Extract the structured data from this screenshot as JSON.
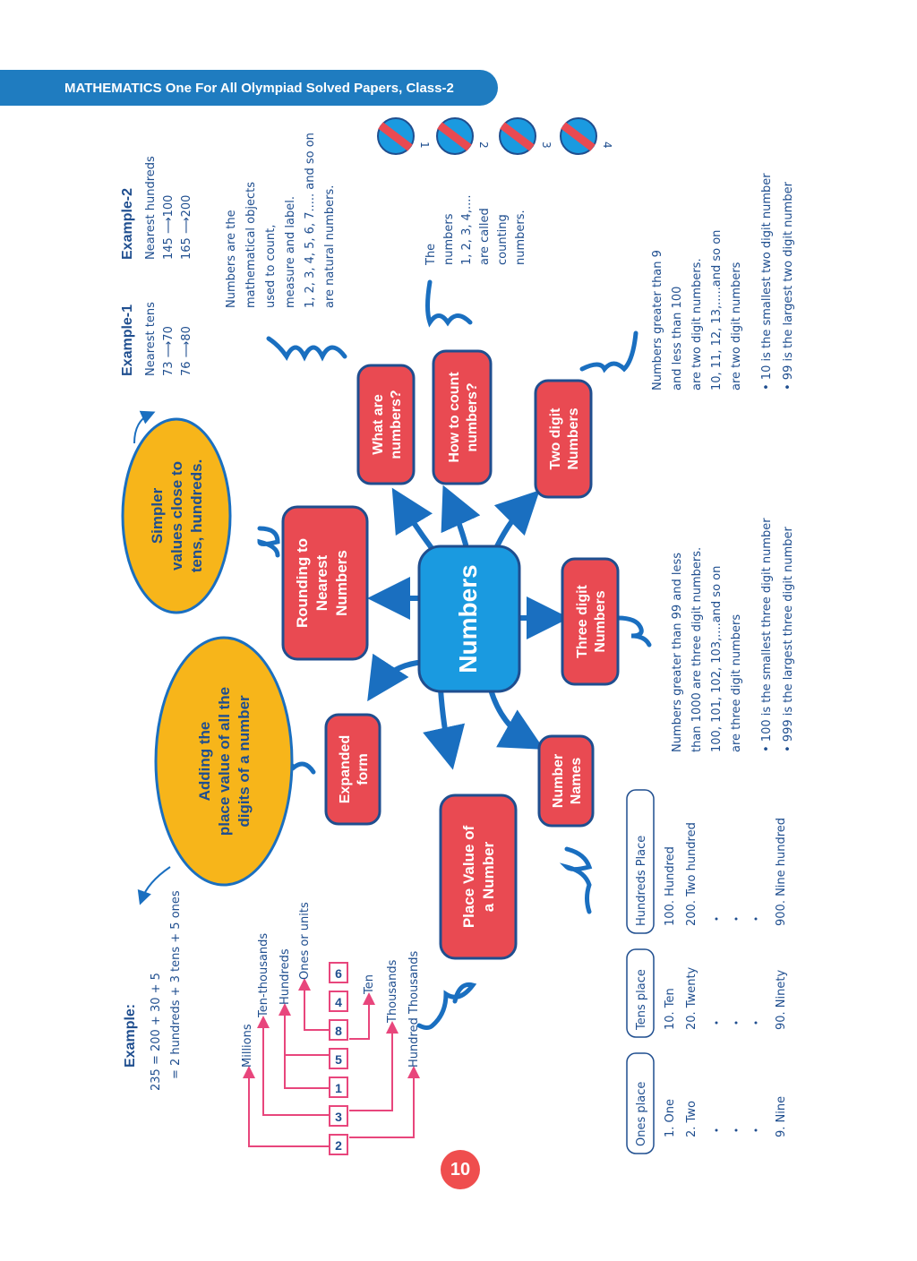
{
  "header": {
    "title": "MATHEMATICS One For All Olympiad Solved Papers, Class-2"
  },
  "page_number": "10",
  "balls": [
    "1",
    "2",
    "3",
    "4"
  ],
  "center": {
    "label": "Numbers"
  },
  "nodes": {
    "rounding": [
      "Rounding to",
      "Nearest",
      "Numbers"
    ],
    "what_are": [
      "What are",
      "numbers?"
    ],
    "how_to_count": [
      "How to count",
      "numbers?"
    ],
    "two_digit": [
      "Two digit",
      "Numbers"
    ],
    "three_digit": [
      "Three digit",
      "Numbers"
    ],
    "number_names": [
      "Number",
      "Names"
    ],
    "place_value": [
      "Place Value of",
      "a Number"
    ],
    "expanded": [
      "Expanded",
      "form"
    ]
  },
  "ovals": {
    "rounding": [
      "Simpler",
      "values close to",
      "tens, hundreds."
    ],
    "expanded": [
      "Adding the",
      "place value of all the",
      "digits of a number"
    ]
  },
  "rounding_examples": {
    "ex1_title": "Example-1",
    "ex1_lines": [
      "Nearest tens",
      "73 ⟶70",
      "76 ⟶80"
    ],
    "ex2_title": "Example-2",
    "ex2_lines": [
      "Nearest hundreds",
      "145 ⟶100",
      "165 ⟶200"
    ]
  },
  "what_are_text": [
    "Numbers are the",
    "mathematical objects",
    "used to count,",
    "measure and label.",
    "1, 2, 3, 4, 5, 6, 7..... and so on",
    "are natural numbers."
  ],
  "how_to_count_text": [
    "The",
    "numbers",
    "1, 2, 3, 4,....",
    "are called",
    "counting",
    "numbers."
  ],
  "two_digit_text": [
    "Numbers greater than 9",
    "and less than 100",
    "are two digit numbers.",
    "10, 11, 12, 13,.....and so on",
    "are two digit numbers"
  ],
  "two_digit_bullets": [
    "• 10 is the smallest two digit number",
    "• 99 is the largest two digit number"
  ],
  "three_digit_text": [
    "Numbers greater than 99 and less",
    "than 1000 are three digit numbers.",
    "100, 101, 102, 103,....and so on",
    "are three digit numbers"
  ],
  "three_digit_bullets": [
    "• 100 is the smallest three digit number",
    "• 999 is the largest three digit number"
  ],
  "expanded_example": {
    "title": "Example:",
    "line1": "235 = 200 + 30 + 5",
    "line2": "= 2 hundreds + 3 tens + 5 ones"
  },
  "place_value": {
    "digits": [
      "2",
      "3",
      "1",
      "5",
      "8",
      "4",
      "6"
    ],
    "labels": [
      "Millions",
      "Ten-thousands",
      "Hundreds",
      "Ones or units",
      "Ten",
      "Thousands",
      "Hundred Thousands"
    ]
  },
  "number_names_table": {
    "headers": [
      "Ones place",
      "Tens place",
      "Hundreds Place"
    ],
    "ones": [
      "1.  One",
      "2.  Two",
      "9.  Nine"
    ],
    "tens": [
      "10.  Ten",
      "20.  Twenty",
      "90.  Ninety"
    ],
    "hundreds": [
      "100.  Hundred",
      "200.  Two hundred",
      "900.  Nine hundred"
    ]
  },
  "colors": {
    "blue": "#1a9ae0",
    "red": "#e94a52",
    "yellow": "#f7b51a",
    "navy": "#1f4e8f",
    "pink": "#e8467c",
    "header": "#1f7cc0"
  }
}
